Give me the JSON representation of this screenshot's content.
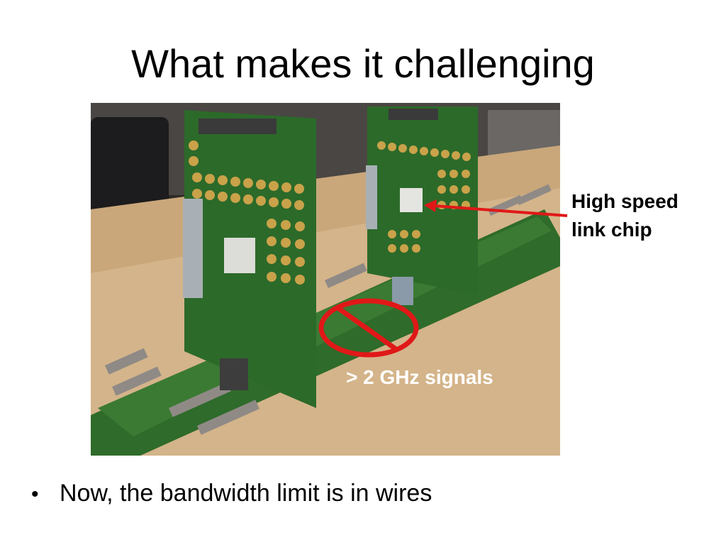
{
  "slide": {
    "title": "What makes it challenging",
    "callouts": {
      "chip_line1": "High speed",
      "chip_line2": "link chip",
      "signals": "> 2 GHz signals"
    },
    "bullets": [
      "Now, the bandwidth limit is in wires"
    ],
    "bullet_glyph": "•"
  },
  "colors": {
    "accent_red": "#e01818",
    "pcb_green": "#2f6b2a",
    "table_wood": "#c9a77a"
  }
}
